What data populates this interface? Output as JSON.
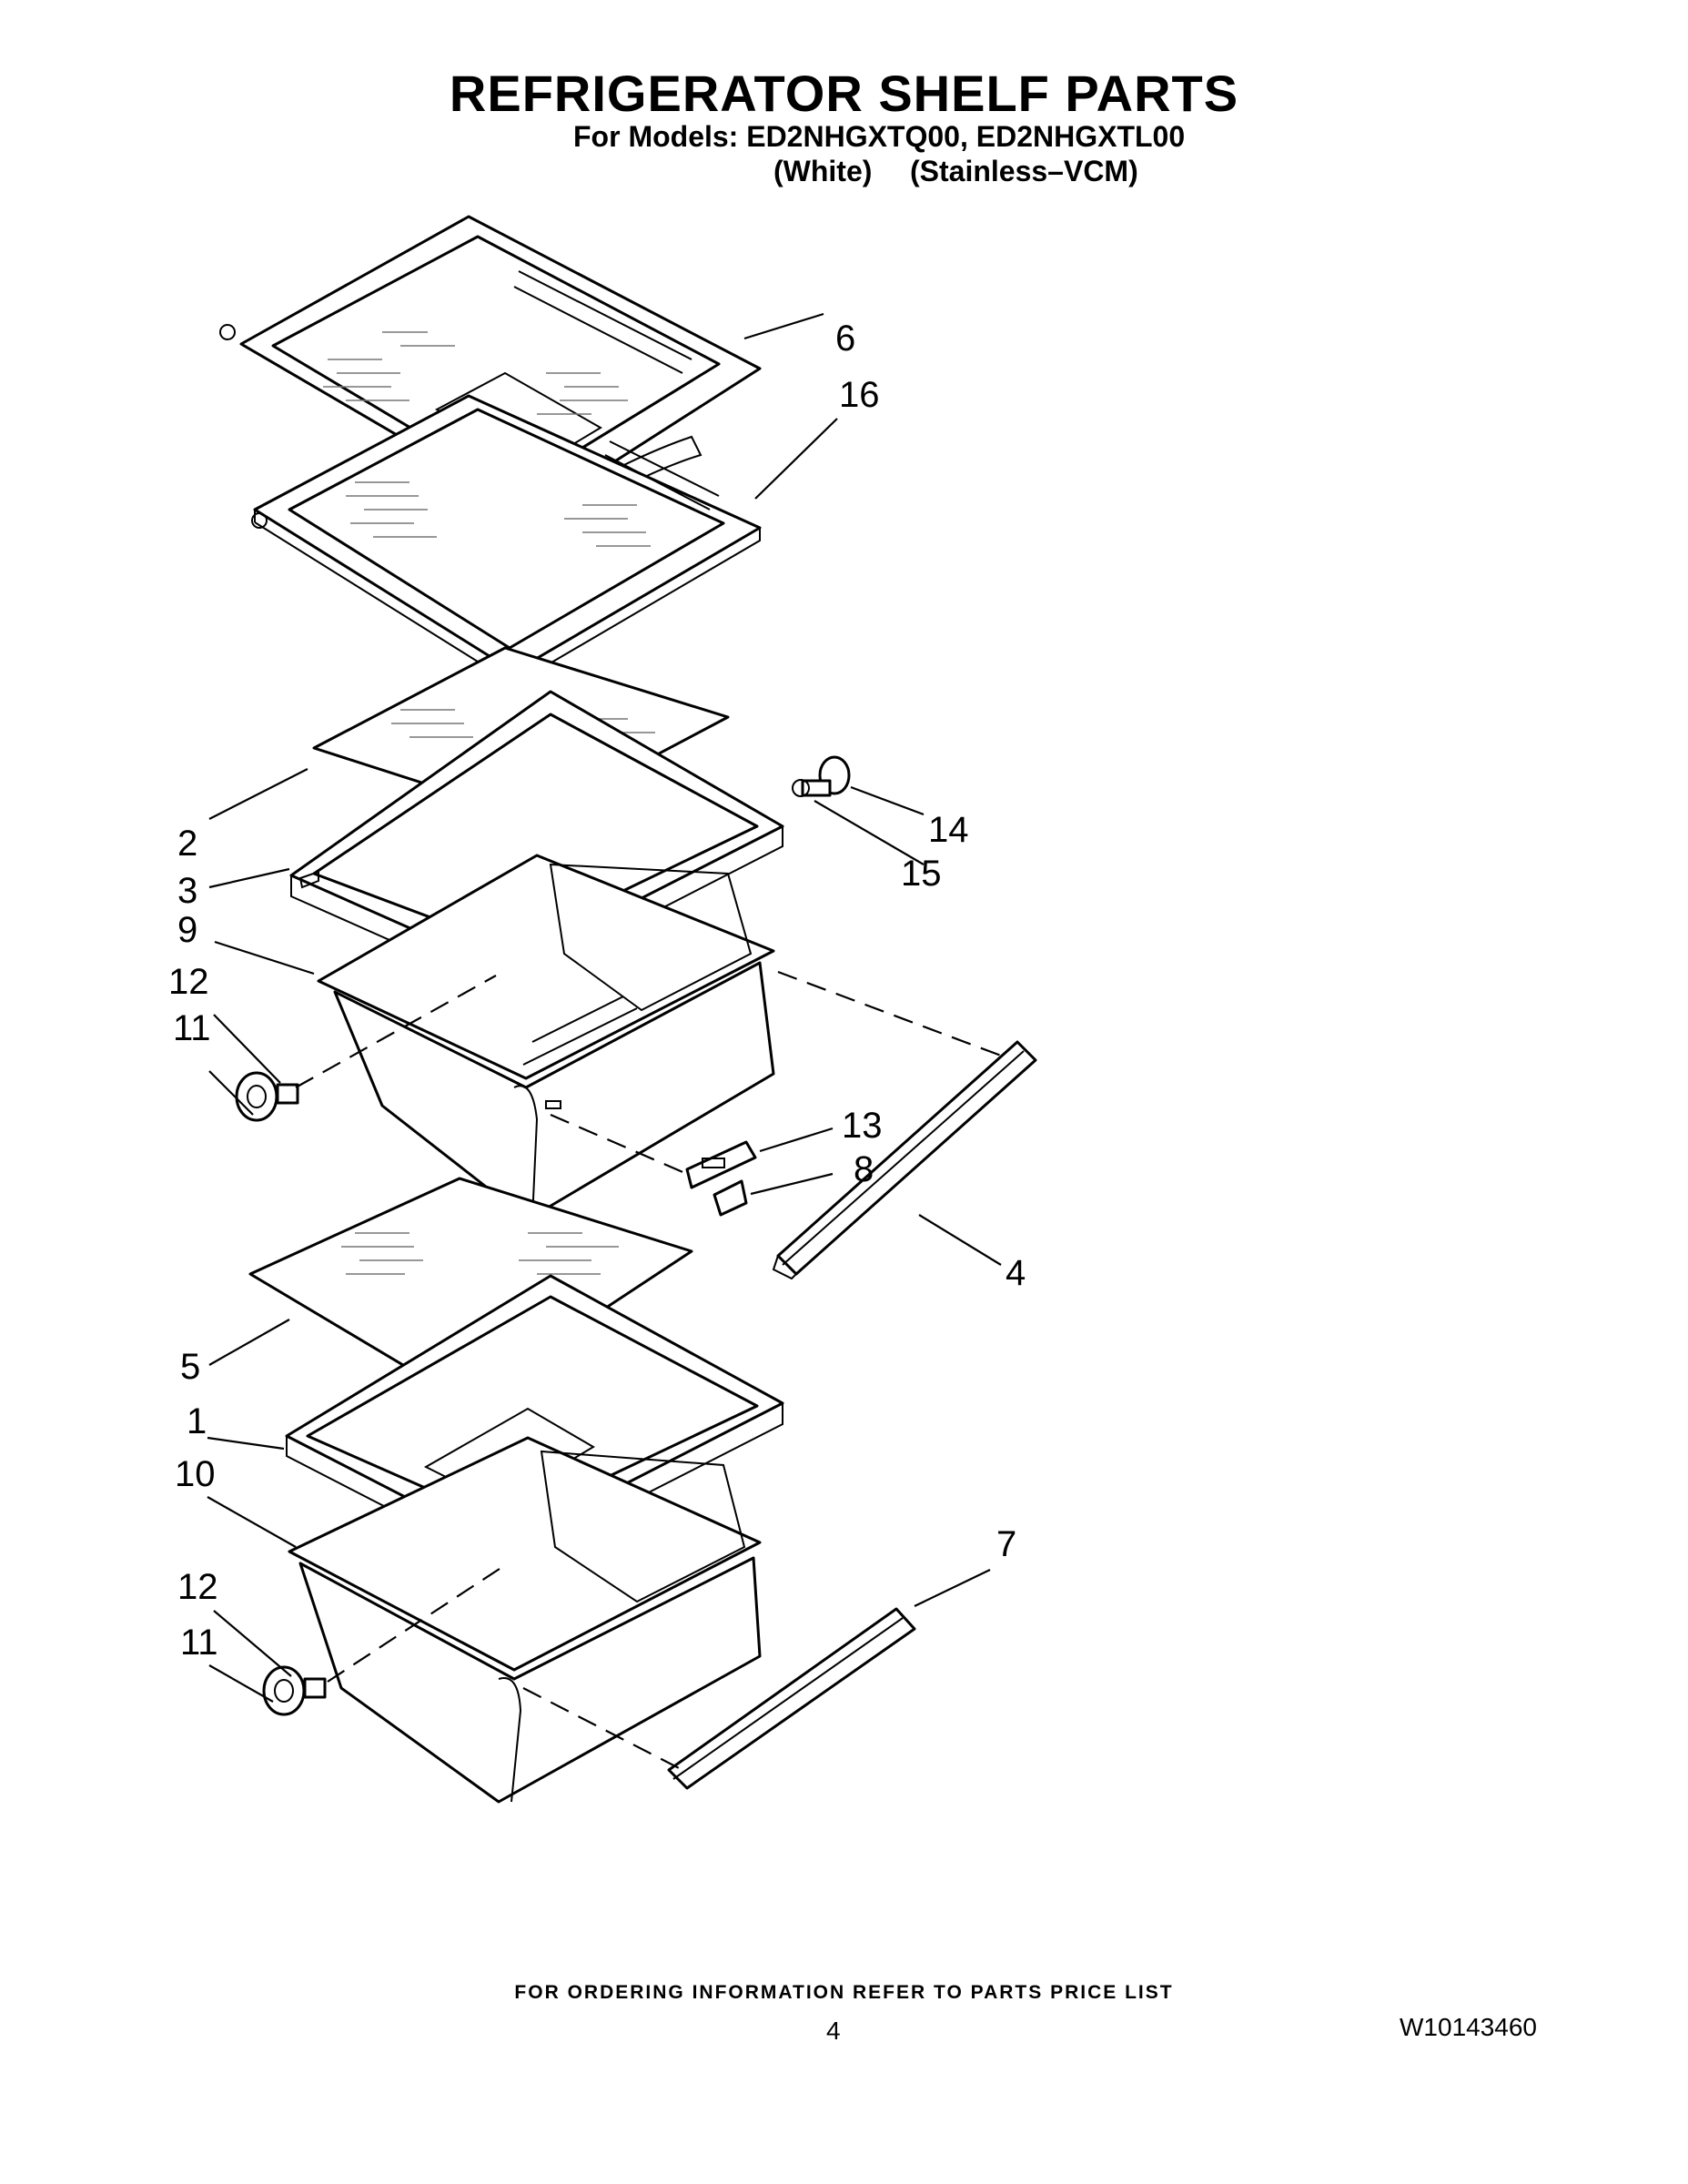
{
  "header": {
    "title": "REFRIGERATOR SHELF PARTS",
    "models": "For Models: ED2NHGXTQ00, ED2NHGXTL00",
    "variant_white": "(White)",
    "variant_stainless": "(Stainless–VCM)"
  },
  "callouts": {
    "c1": "1",
    "c2": "2",
    "c3": "3",
    "c4": "4",
    "c5": "5",
    "c6": "6",
    "c7": "7",
    "c8": "8",
    "c9": "9",
    "c10": "10",
    "c11a": "11",
    "c11b": "11",
    "c12a": "12",
    "c12b": "12",
    "c13": "13",
    "c14": "14",
    "c15": "15",
    "c16": "16"
  },
  "footer": {
    "note": "FOR ORDERING INFORMATION REFER TO PARTS PRICE LIST",
    "page_number": "4",
    "doc_number": "W10143460"
  }
}
